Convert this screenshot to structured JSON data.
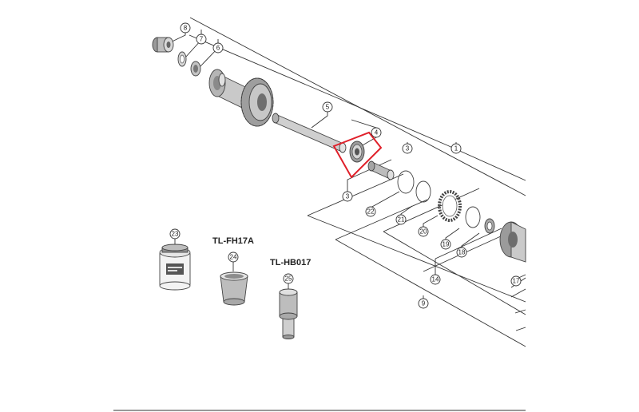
{
  "callouts": [
    {
      "id": "c1",
      "text": "1"
    },
    {
      "id": "c3a",
      "text": "3"
    },
    {
      "id": "c3b",
      "text": "3"
    },
    {
      "id": "c4",
      "text": "4"
    },
    {
      "id": "c5",
      "text": "5"
    },
    {
      "id": "c6",
      "text": "6"
    },
    {
      "id": "c7",
      "text": "7"
    },
    {
      "id": "c8",
      "text": "8"
    },
    {
      "id": "c9",
      "text": "9"
    },
    {
      "id": "c14",
      "text": "14"
    },
    {
      "id": "c17",
      "text": "17"
    },
    {
      "id": "c18",
      "text": "18"
    },
    {
      "id": "c19",
      "text": "19"
    },
    {
      "id": "c20",
      "text": "20"
    },
    {
      "id": "c21",
      "text": "21"
    },
    {
      "id": "c22",
      "text": "22"
    },
    {
      "id": "c23",
      "text": "23"
    },
    {
      "id": "c24",
      "text": "24"
    },
    {
      "id": "c25",
      "text": "25"
    }
  ],
  "tools": {
    "fh17a": "TL-FH17A",
    "hb017": "TL-HB017"
  },
  "highlight_color": "#e0202a"
}
